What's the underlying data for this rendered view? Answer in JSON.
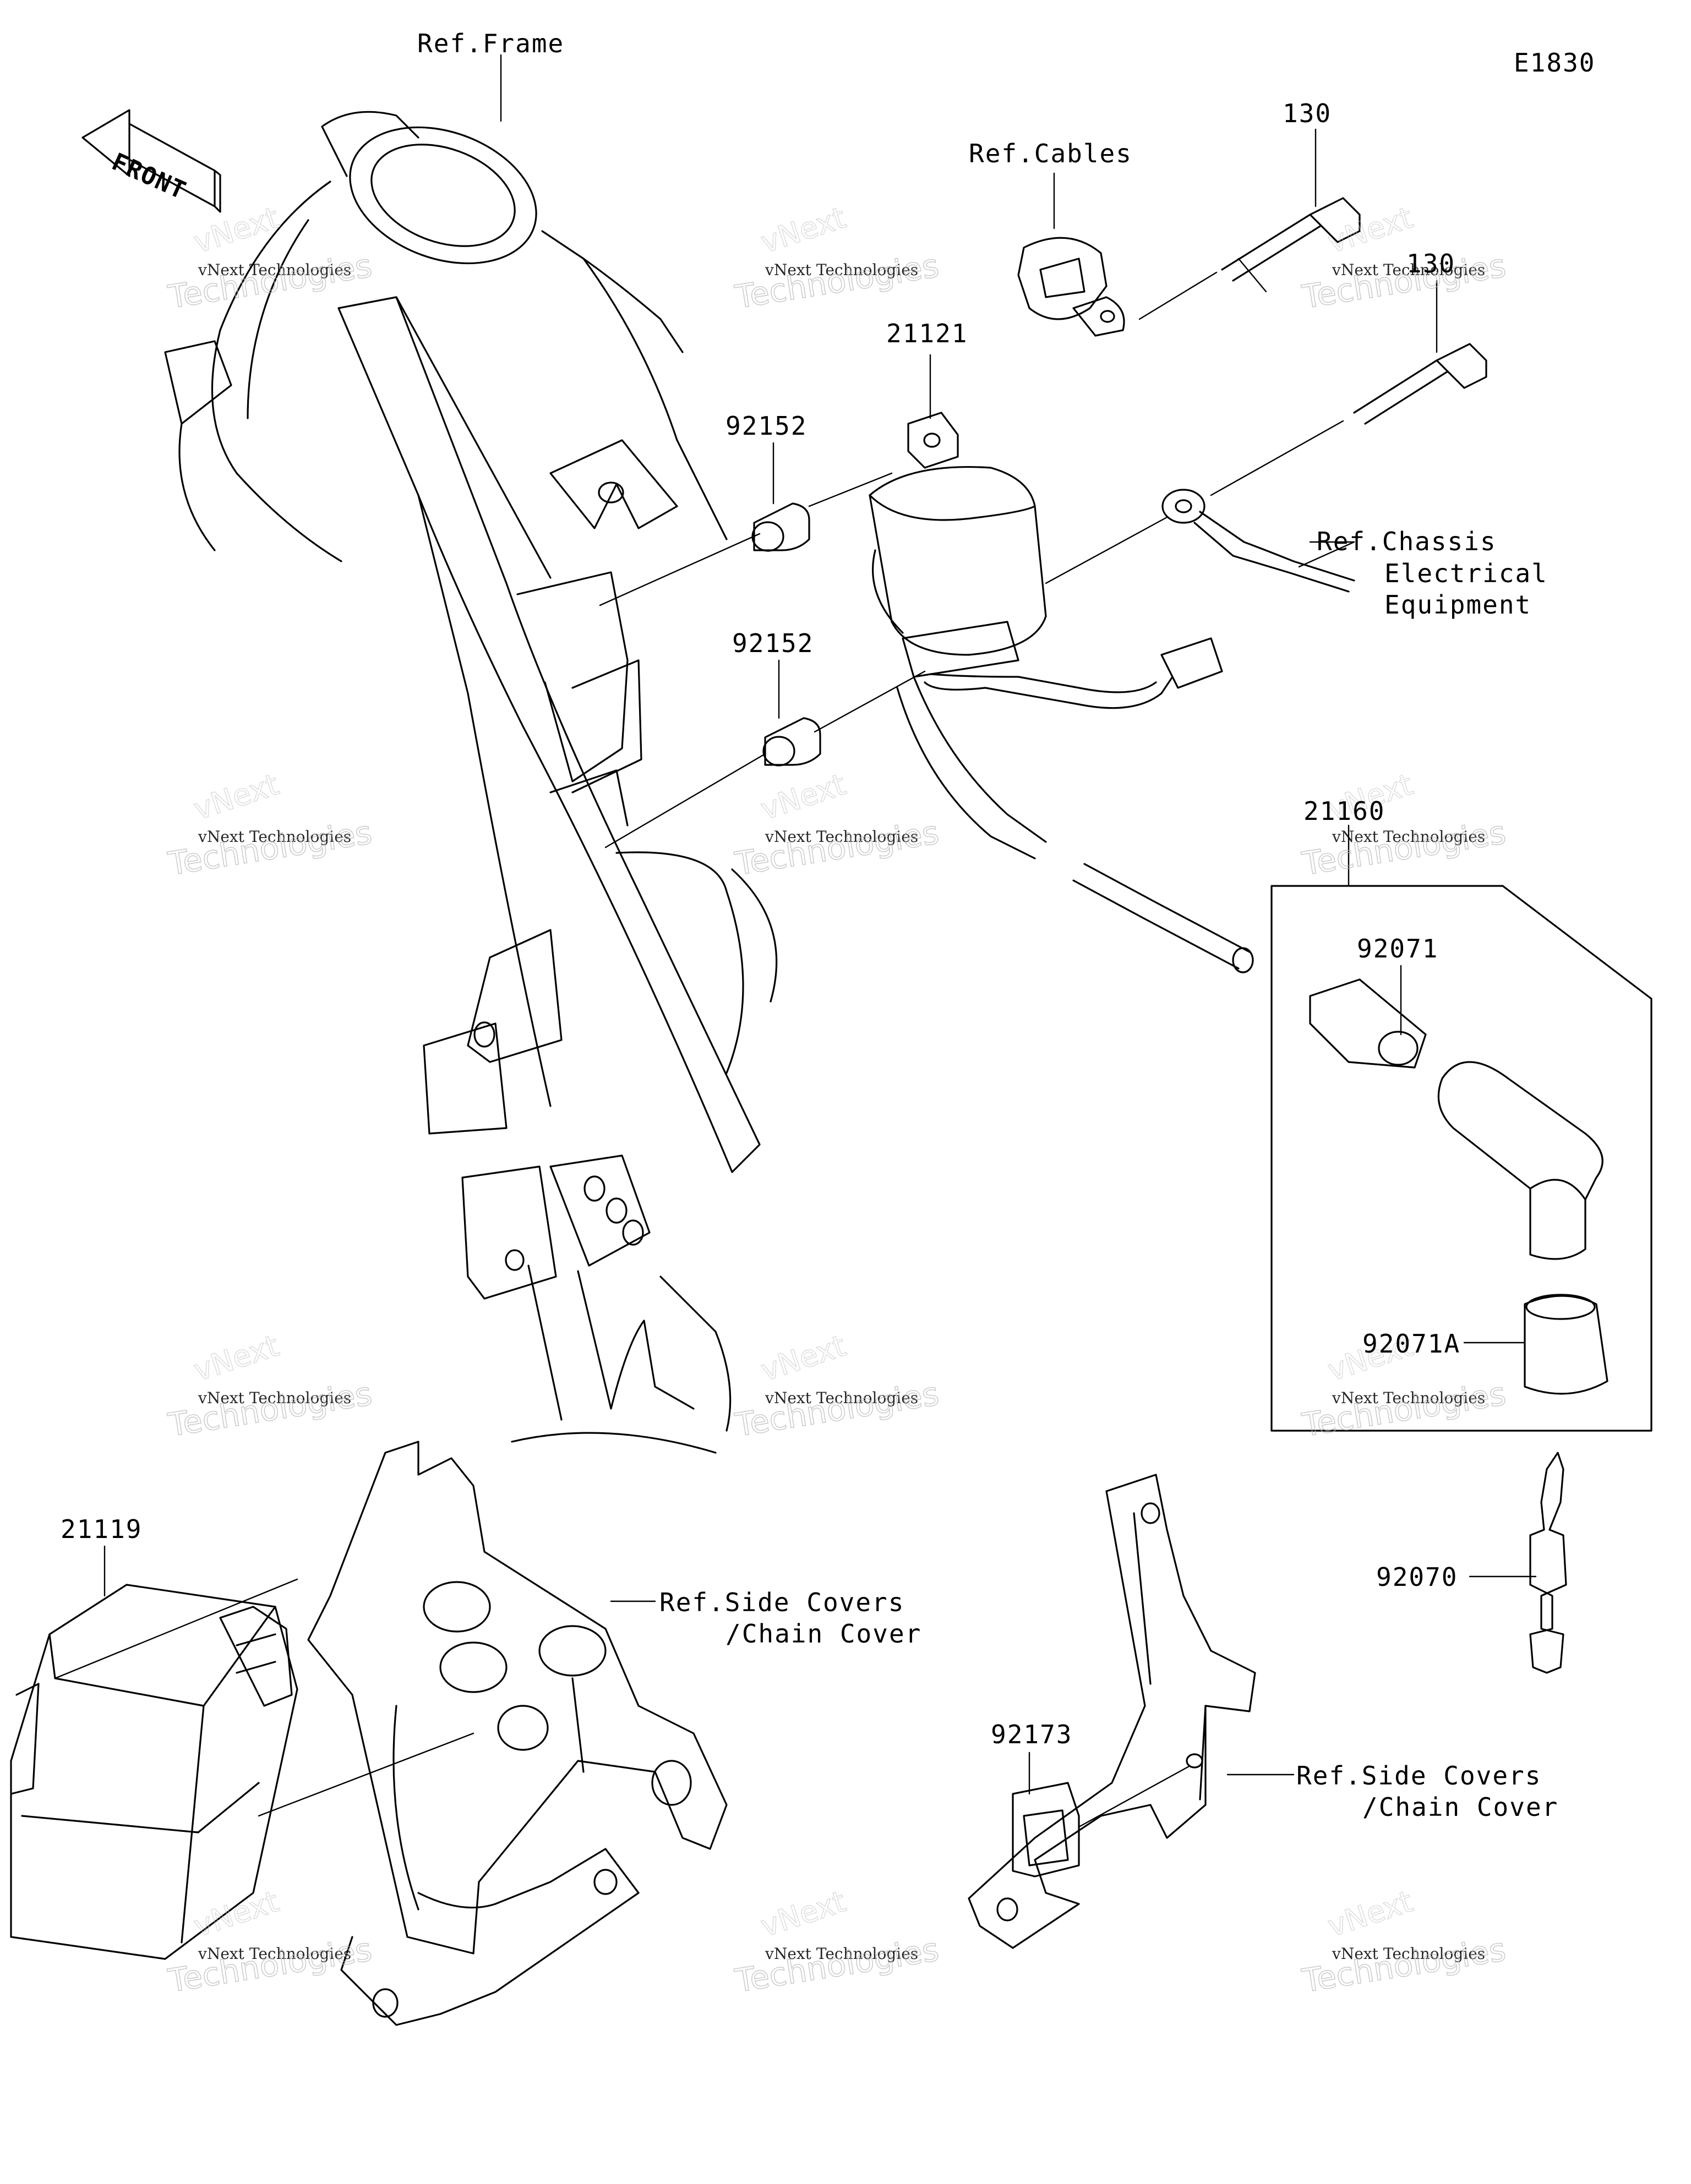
{
  "diagram": {
    "code": "E1830",
    "front_arrow_label": "FRONT",
    "labels": {
      "ref_frame": "Ref.Frame",
      "ref_cables": "Ref.Cables",
      "part_130_a": "130",
      "part_130_b": "130",
      "part_21121": "21121",
      "part_92152_a": "92152",
      "part_92152_b": "92152",
      "ref_chassis_1": "Ref.Chassis",
      "ref_chassis_2": "Electrical",
      "ref_chassis_3": "Equipment",
      "part_21160": "21160",
      "part_92071": "92071",
      "part_92071a": "92071A",
      "part_92070": "92070",
      "part_21119": "21119",
      "ref_side_a_1": "Ref.Side Covers",
      "ref_side_a_2": "/Chain Cover",
      "part_92173": "92173",
      "ref_side_b_1": "Ref.Side Covers",
      "ref_side_b_2": "/Chain Cover"
    }
  },
  "watermark": {
    "line1": "vNext Technologies",
    "line2": "Technologies",
    "line3": "vNext"
  }
}
